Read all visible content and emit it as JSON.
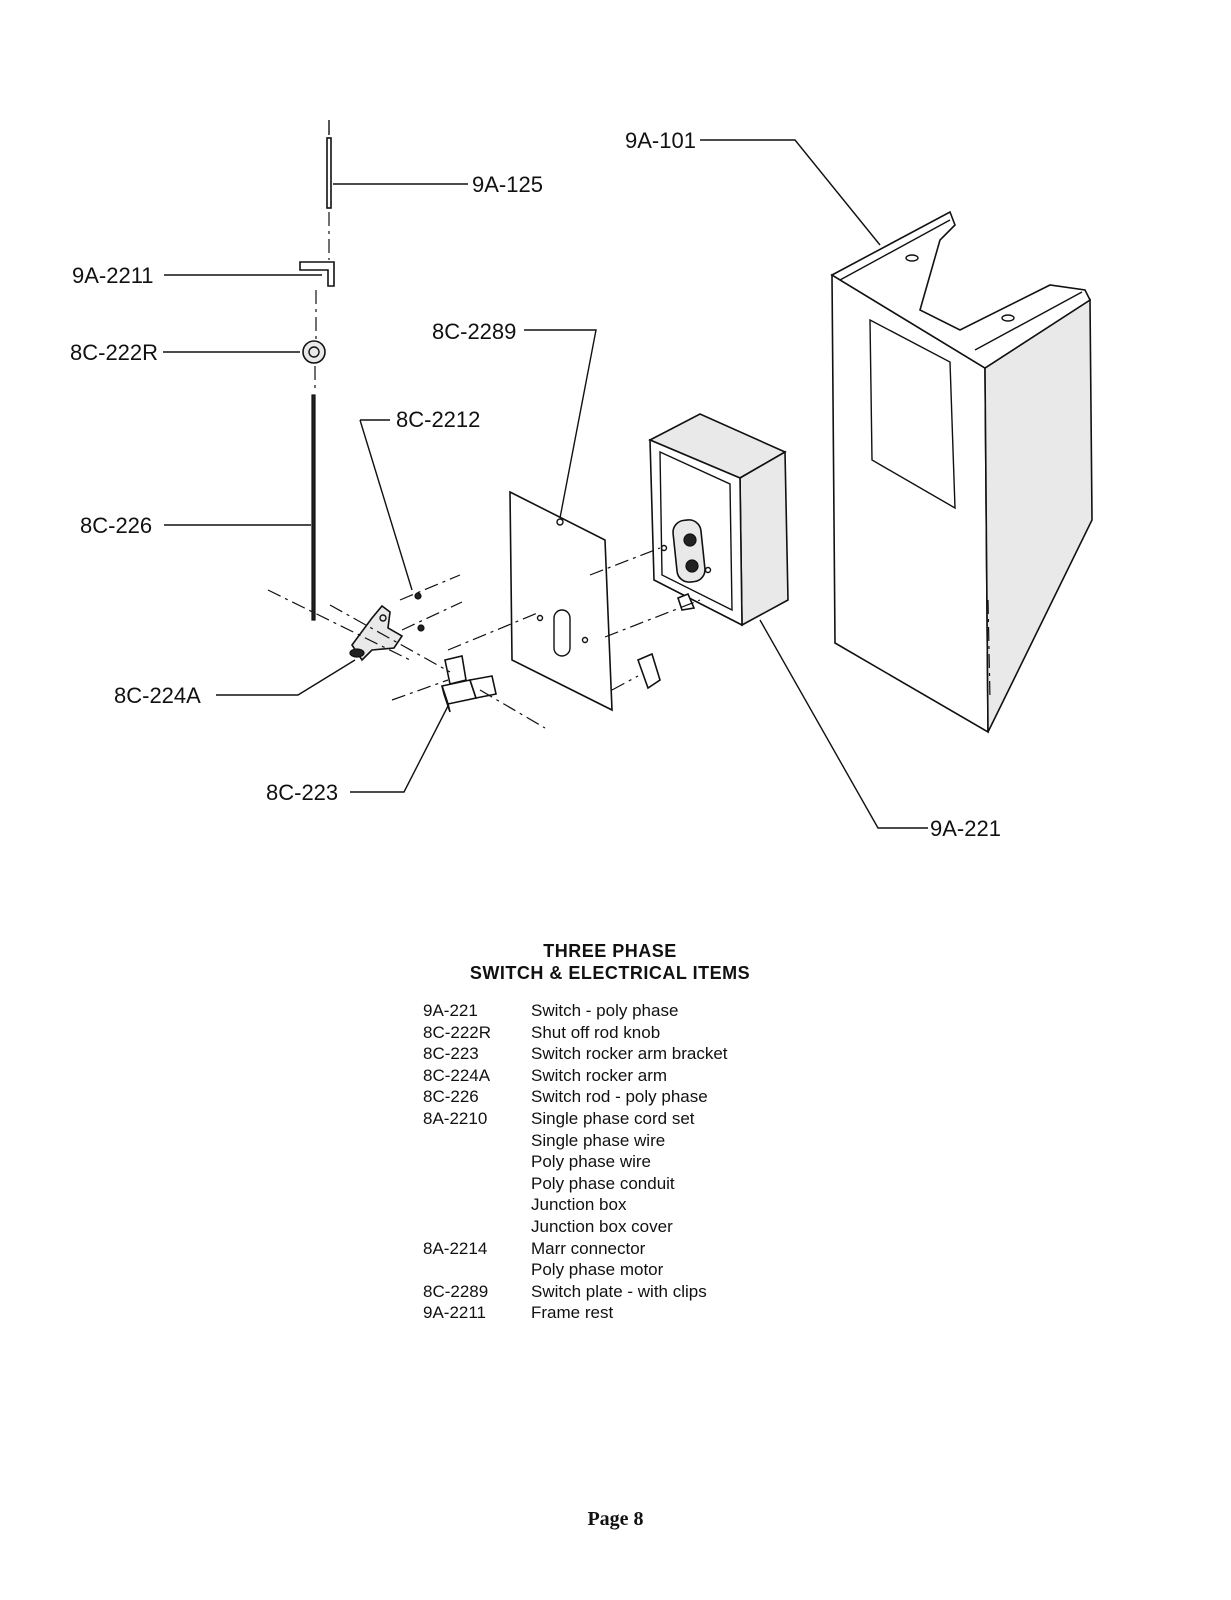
{
  "callouts": {
    "c9a125": "9A-125",
    "c9a2211": "9A-2211",
    "c8c222r": "8C-222R",
    "c8c226": "8C-226",
    "c8c2212": "8C-2212",
    "c8c2289": "8C-2289",
    "c8c224a": "8C-224A",
    "c8c223": "8C-223",
    "c9a101": "9A-101",
    "c9a221": "9A-221"
  },
  "parts_list": {
    "title_line1": "THREE PHASE",
    "title_line2": "SWITCH & ELECTRICAL ITEMS",
    "items": [
      {
        "number": "9A-221",
        "description": "Switch - poly phase"
      },
      {
        "number": "8C-222R",
        "description": "Shut off rod knob"
      },
      {
        "number": "8C-223",
        "description": "Switch rocker arm bracket"
      },
      {
        "number": "8C-224A",
        "description": "Switch rocker arm"
      },
      {
        "number": "8C-226",
        "description": "Switch rod - poly phase"
      },
      {
        "number": "8A-2210",
        "description": "Single phase cord set"
      },
      {
        "number": "",
        "description": "Single phase wire"
      },
      {
        "number": "",
        "description": "Poly phase wire"
      },
      {
        "number": "",
        "description": "Poly phase conduit"
      },
      {
        "number": "",
        "description": "Junction box"
      },
      {
        "number": "",
        "description": "Junction box cover"
      },
      {
        "number": "8A-2214",
        "description": "Marr connector"
      },
      {
        "number": "",
        "description": "Poly phase motor"
      },
      {
        "number": "8C-2289",
        "description": "Switch plate - with clips"
      },
      {
        "number": "9A-2211",
        "description": "Frame rest"
      }
    ]
  },
  "page_number": "Page 8"
}
